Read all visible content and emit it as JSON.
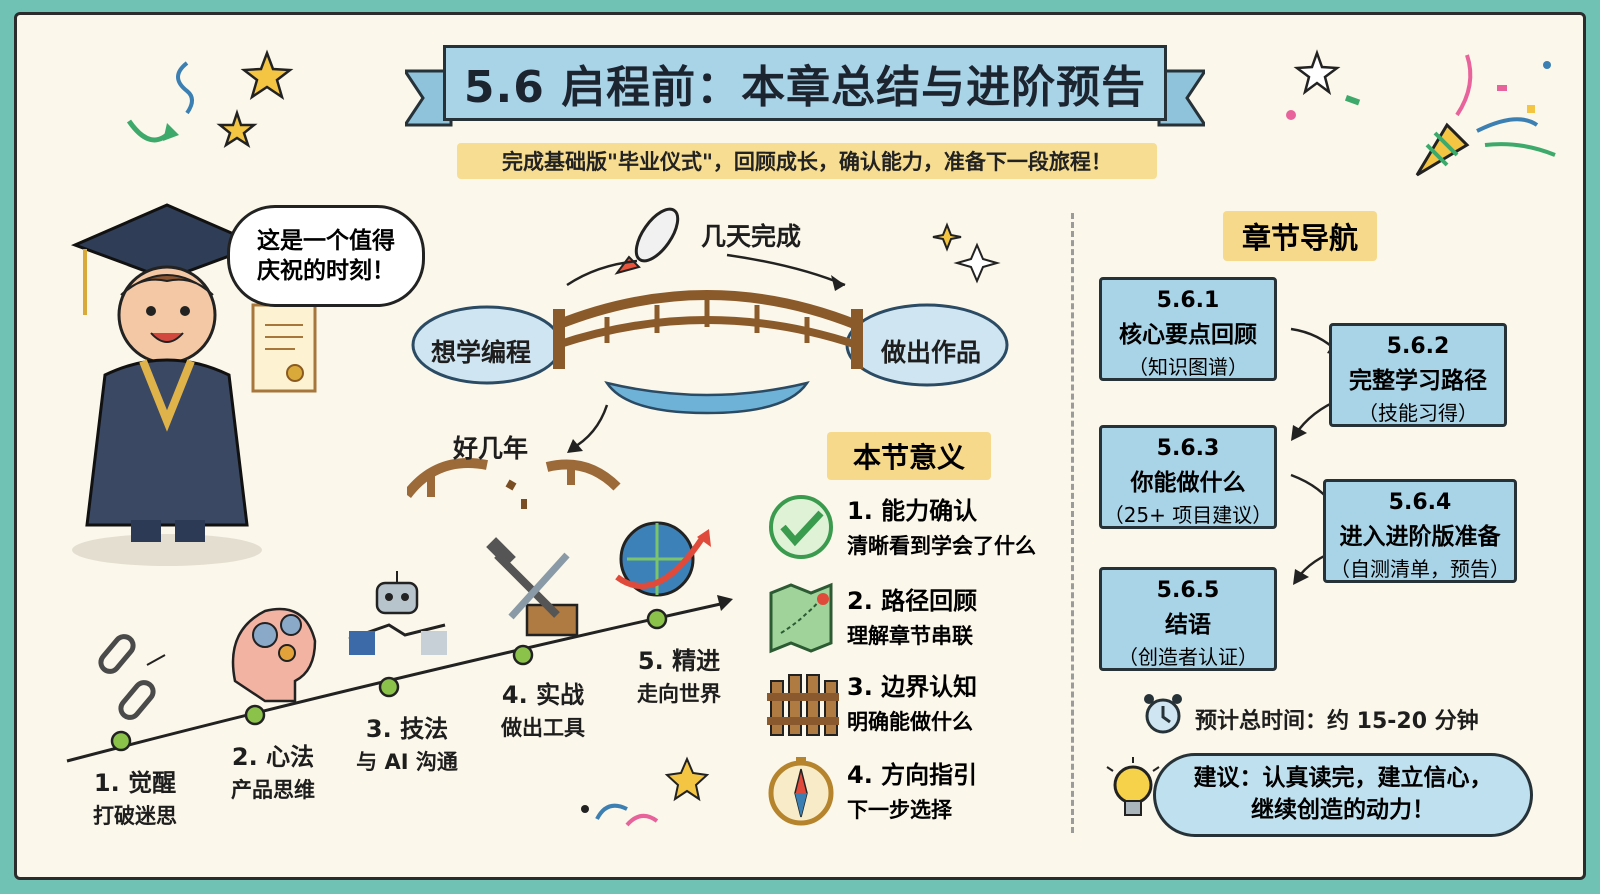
{
  "title": "5.6 启程前：本章总结与进阶预告",
  "subtitle": "完成基础版\"毕业仪式\"，回顾成长，确认能力，准备下一段旅程！",
  "speech_bubble": {
    "line1": "这是一个值得",
    "line2": "庆祝的时刻！"
  },
  "bridge": {
    "left_label": "想学编程",
    "right_label": "做出作品",
    "fast_label": "几天完成",
    "slow_label": "好几年"
  },
  "timeline": [
    {
      "title": "1. 觉醒",
      "subtitle": "打破迷思",
      "icon": "broken-chain-icon"
    },
    {
      "title": "2. 心法",
      "subtitle": "产品思维",
      "icon": "brain-gears-icon"
    },
    {
      "title": "3. 技法",
      "subtitle": "与 AI 沟通",
      "icon": "robot-handshake-icon"
    },
    {
      "title": "4. 实战",
      "subtitle": "做出工具",
      "icon": "tools-icon"
    },
    {
      "title": "5. 精进",
      "subtitle": "走向世界",
      "icon": "globe-arrow-icon"
    }
  ],
  "meaning": {
    "title": "本节意义",
    "items": [
      {
        "title": "1. 能力确认",
        "subtitle": "清晰看到学会了什么",
        "icon": "check-icon"
      },
      {
        "title": "2. 路径回顾",
        "subtitle": "理解章节串联",
        "icon": "map-icon"
      },
      {
        "title": "3. 边界认知",
        "subtitle": "明确能做什么",
        "icon": "fence-icon"
      },
      {
        "title": "4. 方向指引",
        "subtitle": "下一步选择",
        "icon": "compass-icon"
      }
    ]
  },
  "nav": {
    "title": "章节导航",
    "items": [
      {
        "num": "5.6.1",
        "title": "核心要点回顾",
        "sub": "（知识图谱）"
      },
      {
        "num": "5.6.2",
        "title": "完整学习路径",
        "sub": "（技能习得）"
      },
      {
        "num": "5.6.3",
        "title": "你能做什么",
        "sub": "（25+ 项目建议）"
      },
      {
        "num": "5.6.4",
        "title": "进入进阶版准备",
        "sub": "（自测清单，预告）"
      },
      {
        "num": "5.6.5",
        "title": "结语",
        "sub": "（创造者认证）"
      }
    ]
  },
  "time_estimate": "预计总时间：约 15-20 分钟",
  "tip": {
    "line1": "建议：认真读完，建立信心，",
    "line2": "继续创造的动力！"
  },
  "colors": {
    "background": "#6fc2b4",
    "paper": "#fbf7ea",
    "box_blue": "#a9d4e8",
    "highlight_yellow": "#f6d98a"
  }
}
